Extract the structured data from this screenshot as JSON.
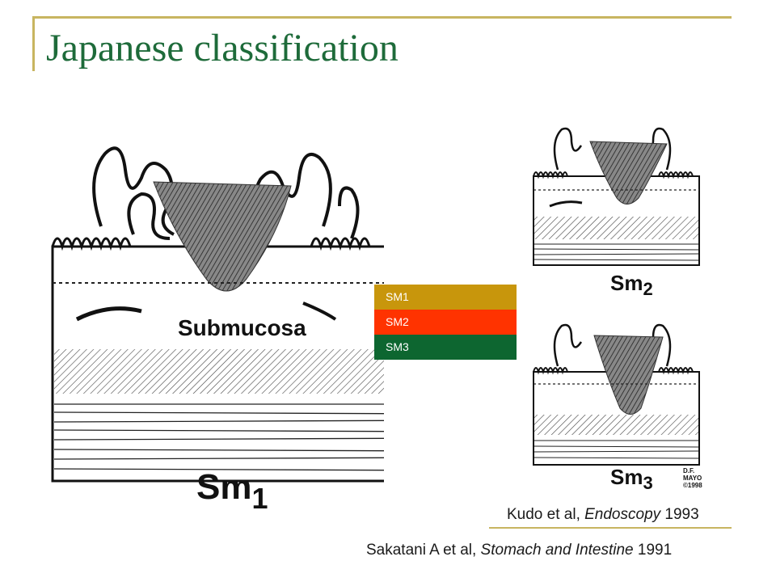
{
  "slide": {
    "title": "Japanese classification",
    "accent_color": "#c8b560",
    "title_color": "#1e6b3a"
  },
  "figures": {
    "main_label": "Submucosa",
    "sm1": "Sm",
    "sm1_sub": "1",
    "sm2": "Sm",
    "sm2_sub": "2",
    "sm3": "Sm",
    "sm3_sub": "3",
    "credit_line1": "D.F.",
    "credit_line2": "MAYO",
    "credit_line3": "©1998"
  },
  "legend": {
    "items": [
      {
        "label": "SM1",
        "color": "#c8960c"
      },
      {
        "label": "SM2",
        "color": "#ff3300"
      },
      {
        "label": "SM3",
        "color": "#0d6630"
      }
    ]
  },
  "references": {
    "kudo_pre": "Kudo et al, ",
    "kudo_journal": "Endoscopy",
    "kudo_year": " 1993",
    "sakatani_pre": "Sakatani A et al, ",
    "sakatani_journal": "Stomach and Intestine",
    "sakatani_year": " 1991"
  }
}
